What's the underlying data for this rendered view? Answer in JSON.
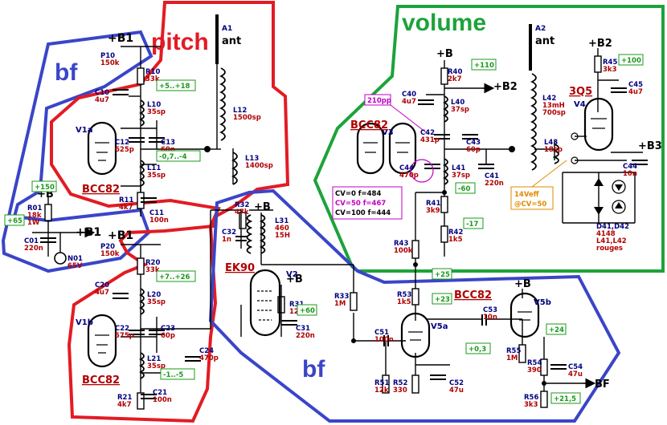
{
  "regions": {
    "bf_left": "bf",
    "pitch": "pitch",
    "volume": "volume",
    "bf_bottom": "bf"
  },
  "colors": {
    "bf": "#3a45c8",
    "pitch": "#e31b23",
    "volume": "#1ca33a",
    "wire": "#000000",
    "value_red": "#b00000",
    "volt_green": "#1a9a1a",
    "value_navy": "#000080",
    "magenta": "#c000c0",
    "orange": "#e08a00"
  },
  "supplies": {
    "plus_b1_top": "+B1",
    "plus_b1_mid": "+B1",
    "plus_b1_lower": "+B1",
    "plus_b_left": "+B",
    "plus_b_ek90": "+B",
    "plus_b_v2": "+B",
    "plus_b_vol": "+B",
    "plus_b2": "+B2",
    "plus_b2_arrow": "+B2",
    "plus_b3": "+B3",
    "plus_b_v5b": "+B",
    "bf_out": "BF"
  },
  "antennas": {
    "a1_id": "A1",
    "a1_name": "ant",
    "a2_id": "A2",
    "a2_name": "ant"
  },
  "tubes": {
    "v1a": "V1a",
    "v1a_type": "BCC82",
    "v1b": "V1b",
    "v1b_type": "BCC82",
    "v2": "V2",
    "v2_type": "EK90",
    "v3": "V3",
    "v3_type": "BCC82",
    "v4": "V4",
    "v4_type": "3Q5",
    "v5a": "V5a",
    "v5a_type": "BCC82",
    "v5b": "V5b"
  },
  "components": {
    "p10": [
      "P10",
      "150k"
    ],
    "r10": [
      "R10",
      "33k"
    ],
    "c10": [
      "C10",
      "4u7"
    ],
    "l10": [
      "L10",
      "35sp"
    ],
    "c12": [
      "C12",
      "625p"
    ],
    "c13": [
      "C13",
      "60p"
    ],
    "l11": [
      "L11",
      "35sp"
    ],
    "r11": [
      "R11",
      "4k7"
    ],
    "c11": [
      "C11",
      "100n"
    ],
    "l12": [
      "L12",
      "1500sp"
    ],
    "l13": [
      "L13",
      "1400sp"
    ],
    "r01": [
      "R01",
      "18k",
      "1W"
    ],
    "c01": [
      "C01",
      "220n"
    ],
    "n01": [
      "N01",
      "65V"
    ],
    "p20": [
      "P20",
      "150k"
    ],
    "r20": [
      "R20",
      "33k"
    ],
    "c20": [
      "C20",
      "4u7"
    ],
    "l20": [
      "L20",
      "35sp"
    ],
    "c22": [
      "C22",
      "575p"
    ],
    "c23": [
      "C23",
      "60p"
    ],
    "l21": [
      "L21",
      "35sp"
    ],
    "c24": [
      "C24",
      "470p"
    ],
    "c21": [
      "C21",
      "100n"
    ],
    "r21": [
      "R21",
      "4k7"
    ],
    "r32": [
      "R32",
      "47k"
    ],
    "c32": [
      "C32",
      "1n"
    ],
    "l31": [
      "L31",
      "460",
      "15H"
    ],
    "r31": [
      "R31",
      "12k"
    ],
    "c31": [
      "C31",
      "220n"
    ],
    "r33": [
      "R33",
      "1M"
    ],
    "c51": [
      "C51",
      "100n"
    ],
    "r53": [
      "R53",
      "1k5"
    ],
    "r51": [
      "R51",
      "12k"
    ],
    "r52": [
      "R52",
      "330"
    ],
    "c52": [
      "C52",
      "47u"
    ],
    "c53": [
      "C53",
      "10n"
    ],
    "r55": [
      "R55",
      "1M"
    ],
    "r54": [
      "R54",
      "390"
    ],
    "c54": [
      "C54",
      "47u"
    ],
    "r56": [
      "R56",
      "3k3"
    ],
    "r40": [
      "R40",
      "2k7"
    ],
    "c40": [
      "C40",
      "4u7"
    ],
    "l40": [
      "L40",
      "37sp"
    ],
    "c42": [
      "C42",
      "431p"
    ],
    "c43": [
      "C43",
      "60p"
    ],
    "l41": [
      "L41",
      "37sp"
    ],
    "c44": [
      "C44",
      "470p"
    ],
    "r41": [
      "R41",
      "3k9"
    ],
    "r42": [
      "R42",
      "1k5"
    ],
    "r43": [
      "R43",
      "100k"
    ],
    "c41": [
      "C41",
      "220n"
    ],
    "l42": [
      "L42",
      "13mH",
      "700sp"
    ],
    "l43": [
      "L43",
      "18sp"
    ],
    "r45": [
      "R45",
      "3k3"
    ],
    "c45": [
      "C45",
      "4u7"
    ],
    "c44b": [
      "C44",
      "10n"
    ],
    "diodes": [
      "D41,D42",
      "4148",
      "L41,L42",
      "rouges"
    ]
  },
  "voltages": {
    "v_plus5_18": "+5..+18",
    "v_minus07_4": "-0,7..-4",
    "v_plus150": "+150",
    "v_plus65": "+65",
    "v_plus7_26": "+7..+26",
    "v_minus1_5": "-1..-5",
    "v_plus60": "+60",
    "v_plus25": "+25",
    "v_plus23": "+23",
    "v_plus03": "+0,3",
    "v_plus24": "+24",
    "v_plus215": "+21,5",
    "v_plus110": "+110",
    "v_minus60": "-60",
    "v_minus17": "-17",
    "v_plus100": "+100"
  },
  "notes": {
    "c42_tag": "210pp",
    "table_rows": [
      "CV=0     f=484",
      "CV=50   f=467",
      "CV=100  f=444"
    ],
    "vco_note": [
      "14Veff",
      "@CV=50"
    ]
  }
}
